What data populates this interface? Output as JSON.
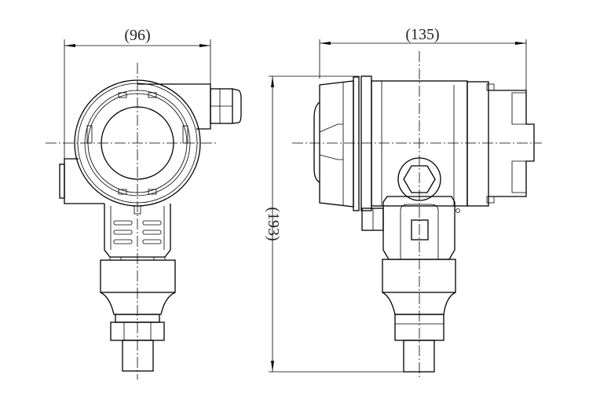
{
  "drawing": {
    "front_view": {
      "width_dimension": "(96)"
    },
    "side_view": {
      "depth_dimension": "(135)",
      "height_dimension": "(193)"
    }
  }
}
